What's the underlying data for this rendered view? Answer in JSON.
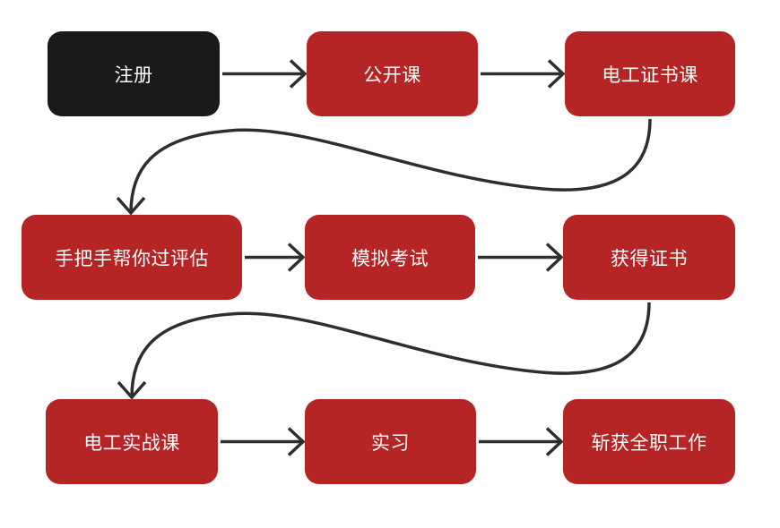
{
  "colors": {
    "start_node": "#1a1a1a",
    "step_node": "#b52525",
    "node_text": "#ffffff",
    "connector": "#2e2e2e",
    "background": "#ffffff"
  },
  "nodes": [
    {
      "id": "register",
      "label": "注册",
      "style": "start"
    },
    {
      "id": "open-class",
      "label": "公开课",
      "style": "step"
    },
    {
      "id": "electrician-cert-course",
      "label": "电工证书课",
      "style": "step"
    },
    {
      "id": "hands-on-assessment",
      "label": "手把手帮你过评估",
      "style": "step"
    },
    {
      "id": "mock-exam",
      "label": "模拟考试",
      "style": "step"
    },
    {
      "id": "get-certificate",
      "label": "获得证书",
      "style": "step"
    },
    {
      "id": "electrician-practical-course",
      "label": "电工实战课",
      "style": "step"
    },
    {
      "id": "internship",
      "label": "实习",
      "style": "step"
    },
    {
      "id": "land-full-time-job",
      "label": "斩获全职工作",
      "style": "step"
    }
  ],
  "edges": [
    {
      "from": "register",
      "to": "open-class",
      "kind": "straight"
    },
    {
      "from": "open-class",
      "to": "electrician-cert-course",
      "kind": "straight"
    },
    {
      "from": "electrician-cert-course",
      "to": "hands-on-assessment",
      "kind": "curved"
    },
    {
      "from": "hands-on-assessment",
      "to": "mock-exam",
      "kind": "straight"
    },
    {
      "from": "mock-exam",
      "to": "get-certificate",
      "kind": "straight"
    },
    {
      "from": "get-certificate",
      "to": "electrician-practical-course",
      "kind": "curved"
    },
    {
      "from": "electrician-practical-course",
      "to": "internship",
      "kind": "straight"
    },
    {
      "from": "internship",
      "to": "land-full-time-job",
      "kind": "straight"
    }
  ]
}
